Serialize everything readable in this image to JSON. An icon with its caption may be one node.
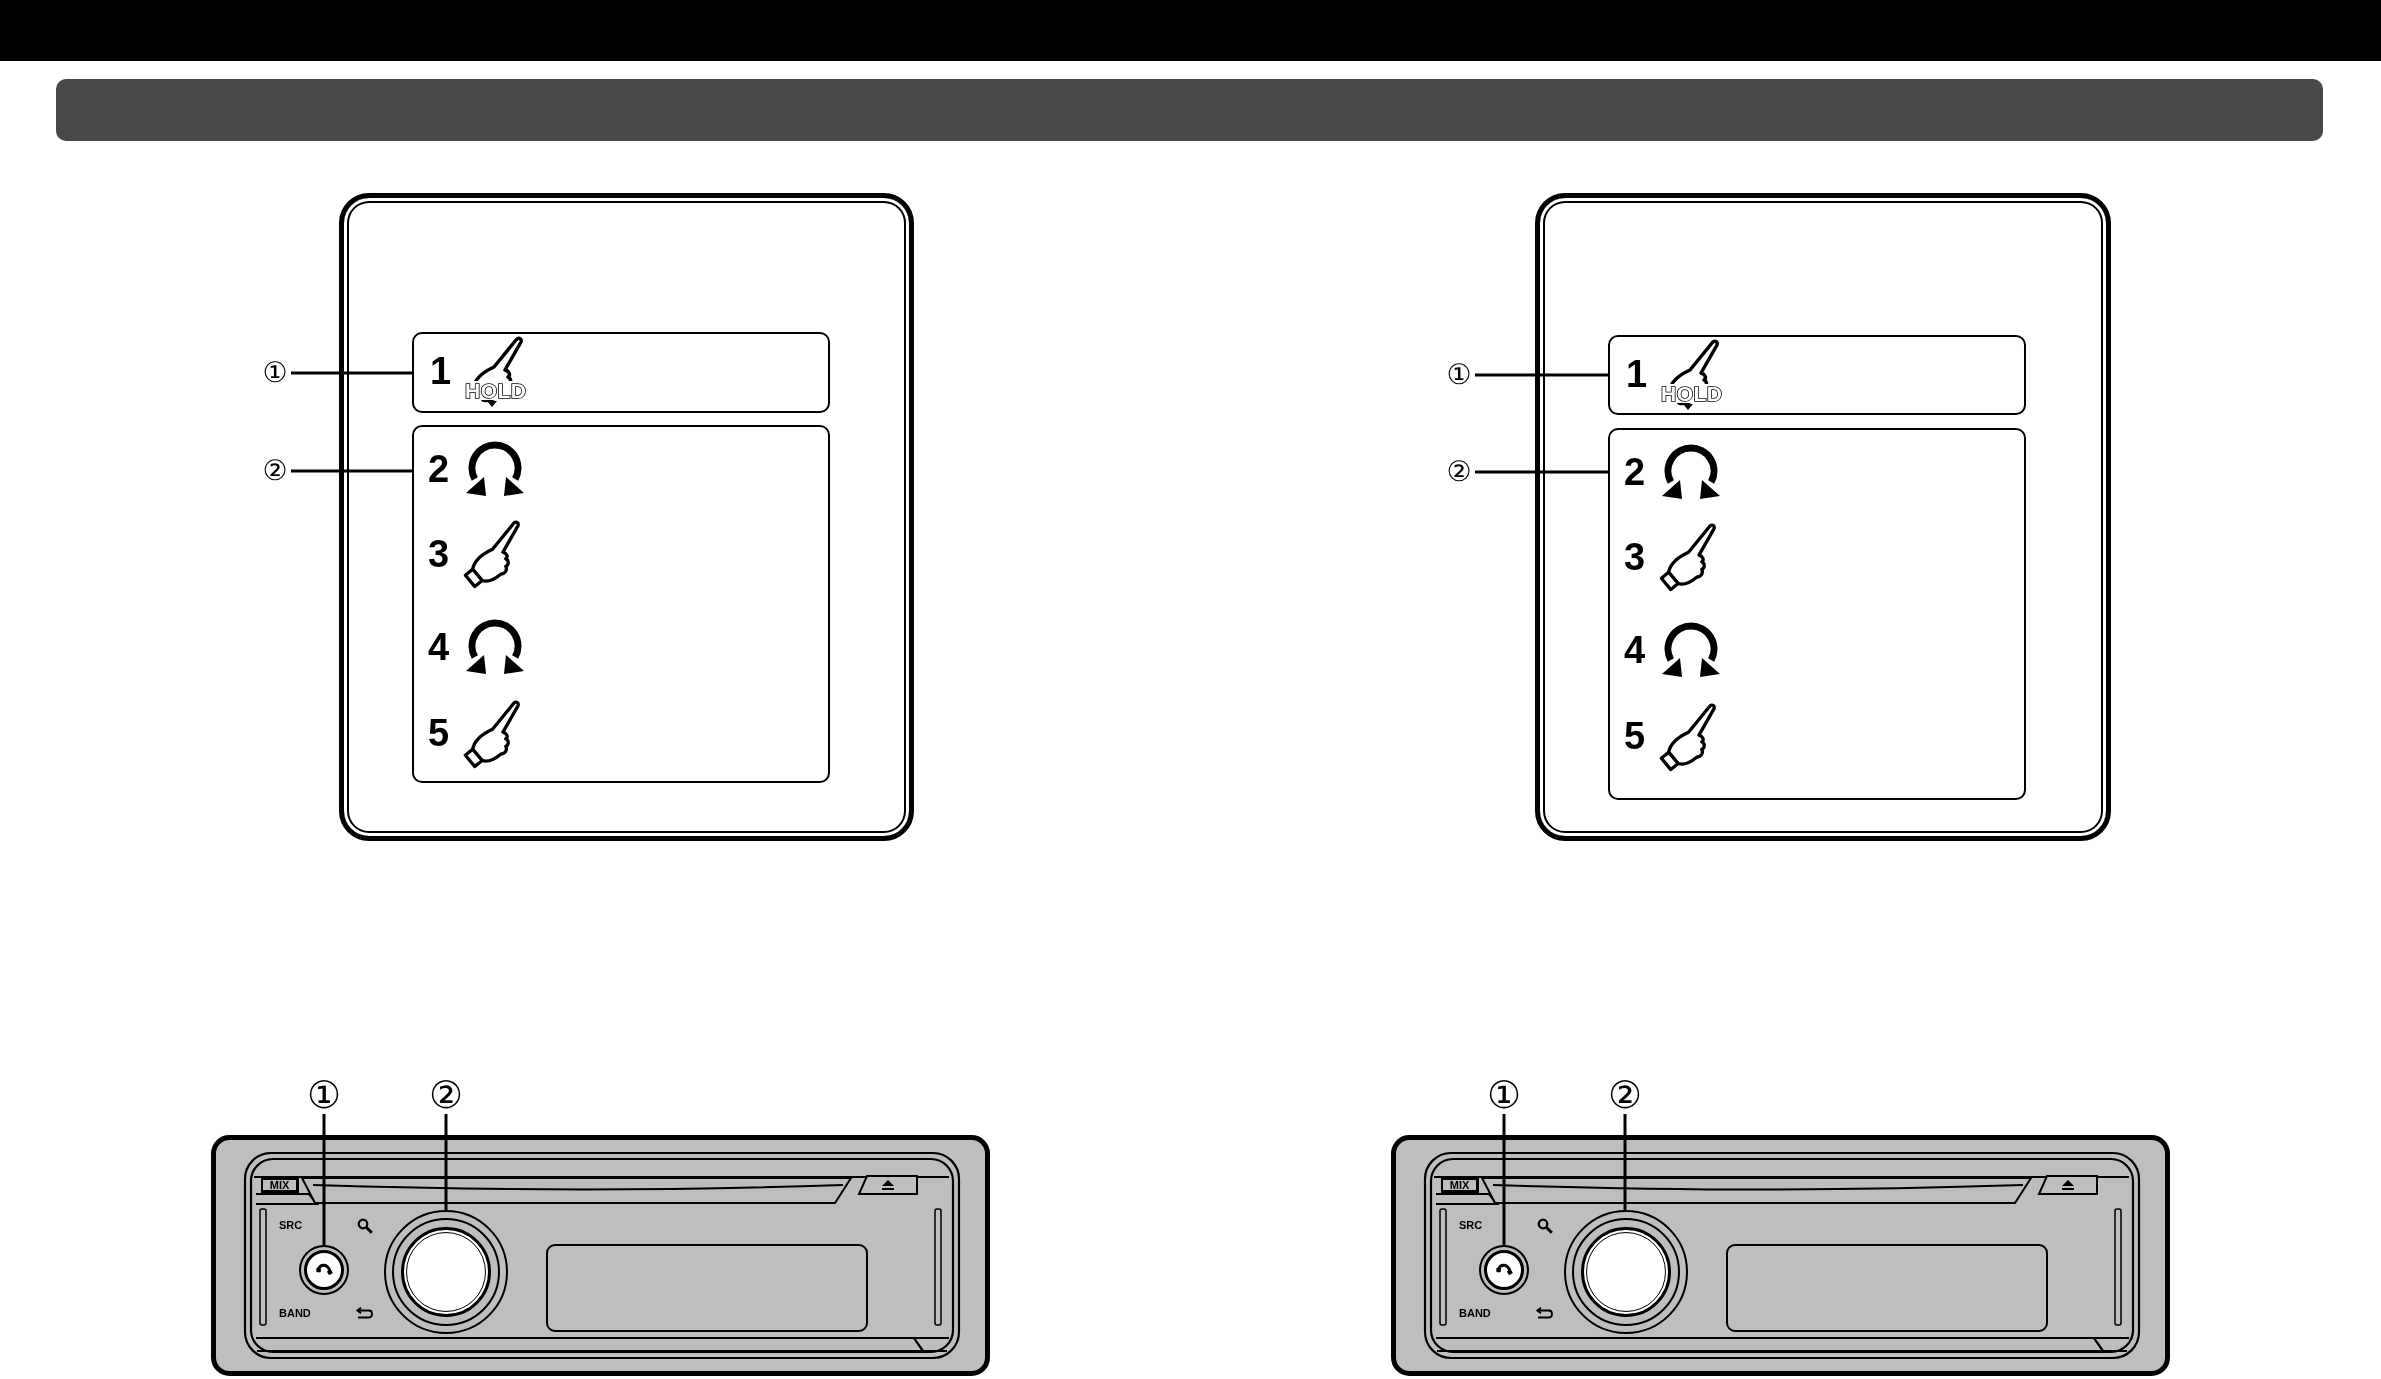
{
  "diagram": {
    "nodes": [
      {
        "text": [],
        "shape": "box"
      },
      {
        "text": [
          "1",
          "HOLD"
        ],
        "in": 0
      },
      {
        "text": [
          "2",
          "3",
          "4",
          "5"
        ],
        "in": 0
      },
      {
        "text": [
          "①"
        ]
      },
      {
        "text": [
          "②"
        ]
      },
      {
        "text": [],
        "shape": "box"
      },
      {
        "text": [
          "1",
          "HOLD"
        ],
        "in": 5
      },
      {
        "text": [
          "2",
          "3",
          "4",
          "5"
        ],
        "in": 5
      },
      {
        "text": [
          "①"
        ]
      },
      {
        "text": [
          "②"
        ]
      },
      {
        "text": [
          "①"
        ]
      },
      {
        "text": [
          "②"
        ]
      },
      {
        "text": [],
        "shape": "circle"
      },
      {
        "text": [],
        "shape": "circle"
      },
      {
        "text": [
          "①"
        ]
      },
      {
        "text": [
          "②"
        ]
      },
      {
        "text": [],
        "shape": "circle"
      },
      {
        "text": [],
        "shape": "circle"
      }
    ],
    "edges": [
      {
        "from": 3,
        "to": 1,
        "arrow": "none"
      },
      {
        "from": 4,
        "to": 2,
        "arrow": "none"
      },
      {
        "from": 8,
        "to": 6,
        "arrow": "none"
      },
      {
        "from": 9,
        "to": 7,
        "arrow": "none"
      },
      {
        "from": 10,
        "to": 12,
        "arrow": "none"
      },
      {
        "from": 11,
        "to": 13,
        "arrow": "none"
      },
      {
        "from": 14,
        "to": 16,
        "arrow": "none"
      },
      {
        "from": 15,
        "to": 17,
        "arrow": "none"
      }
    ],
    "labels": [
      "MIX",
      "SRC",
      "BAND",
      "MIX",
      "SRC",
      "BAND"
    ]
  }
}
